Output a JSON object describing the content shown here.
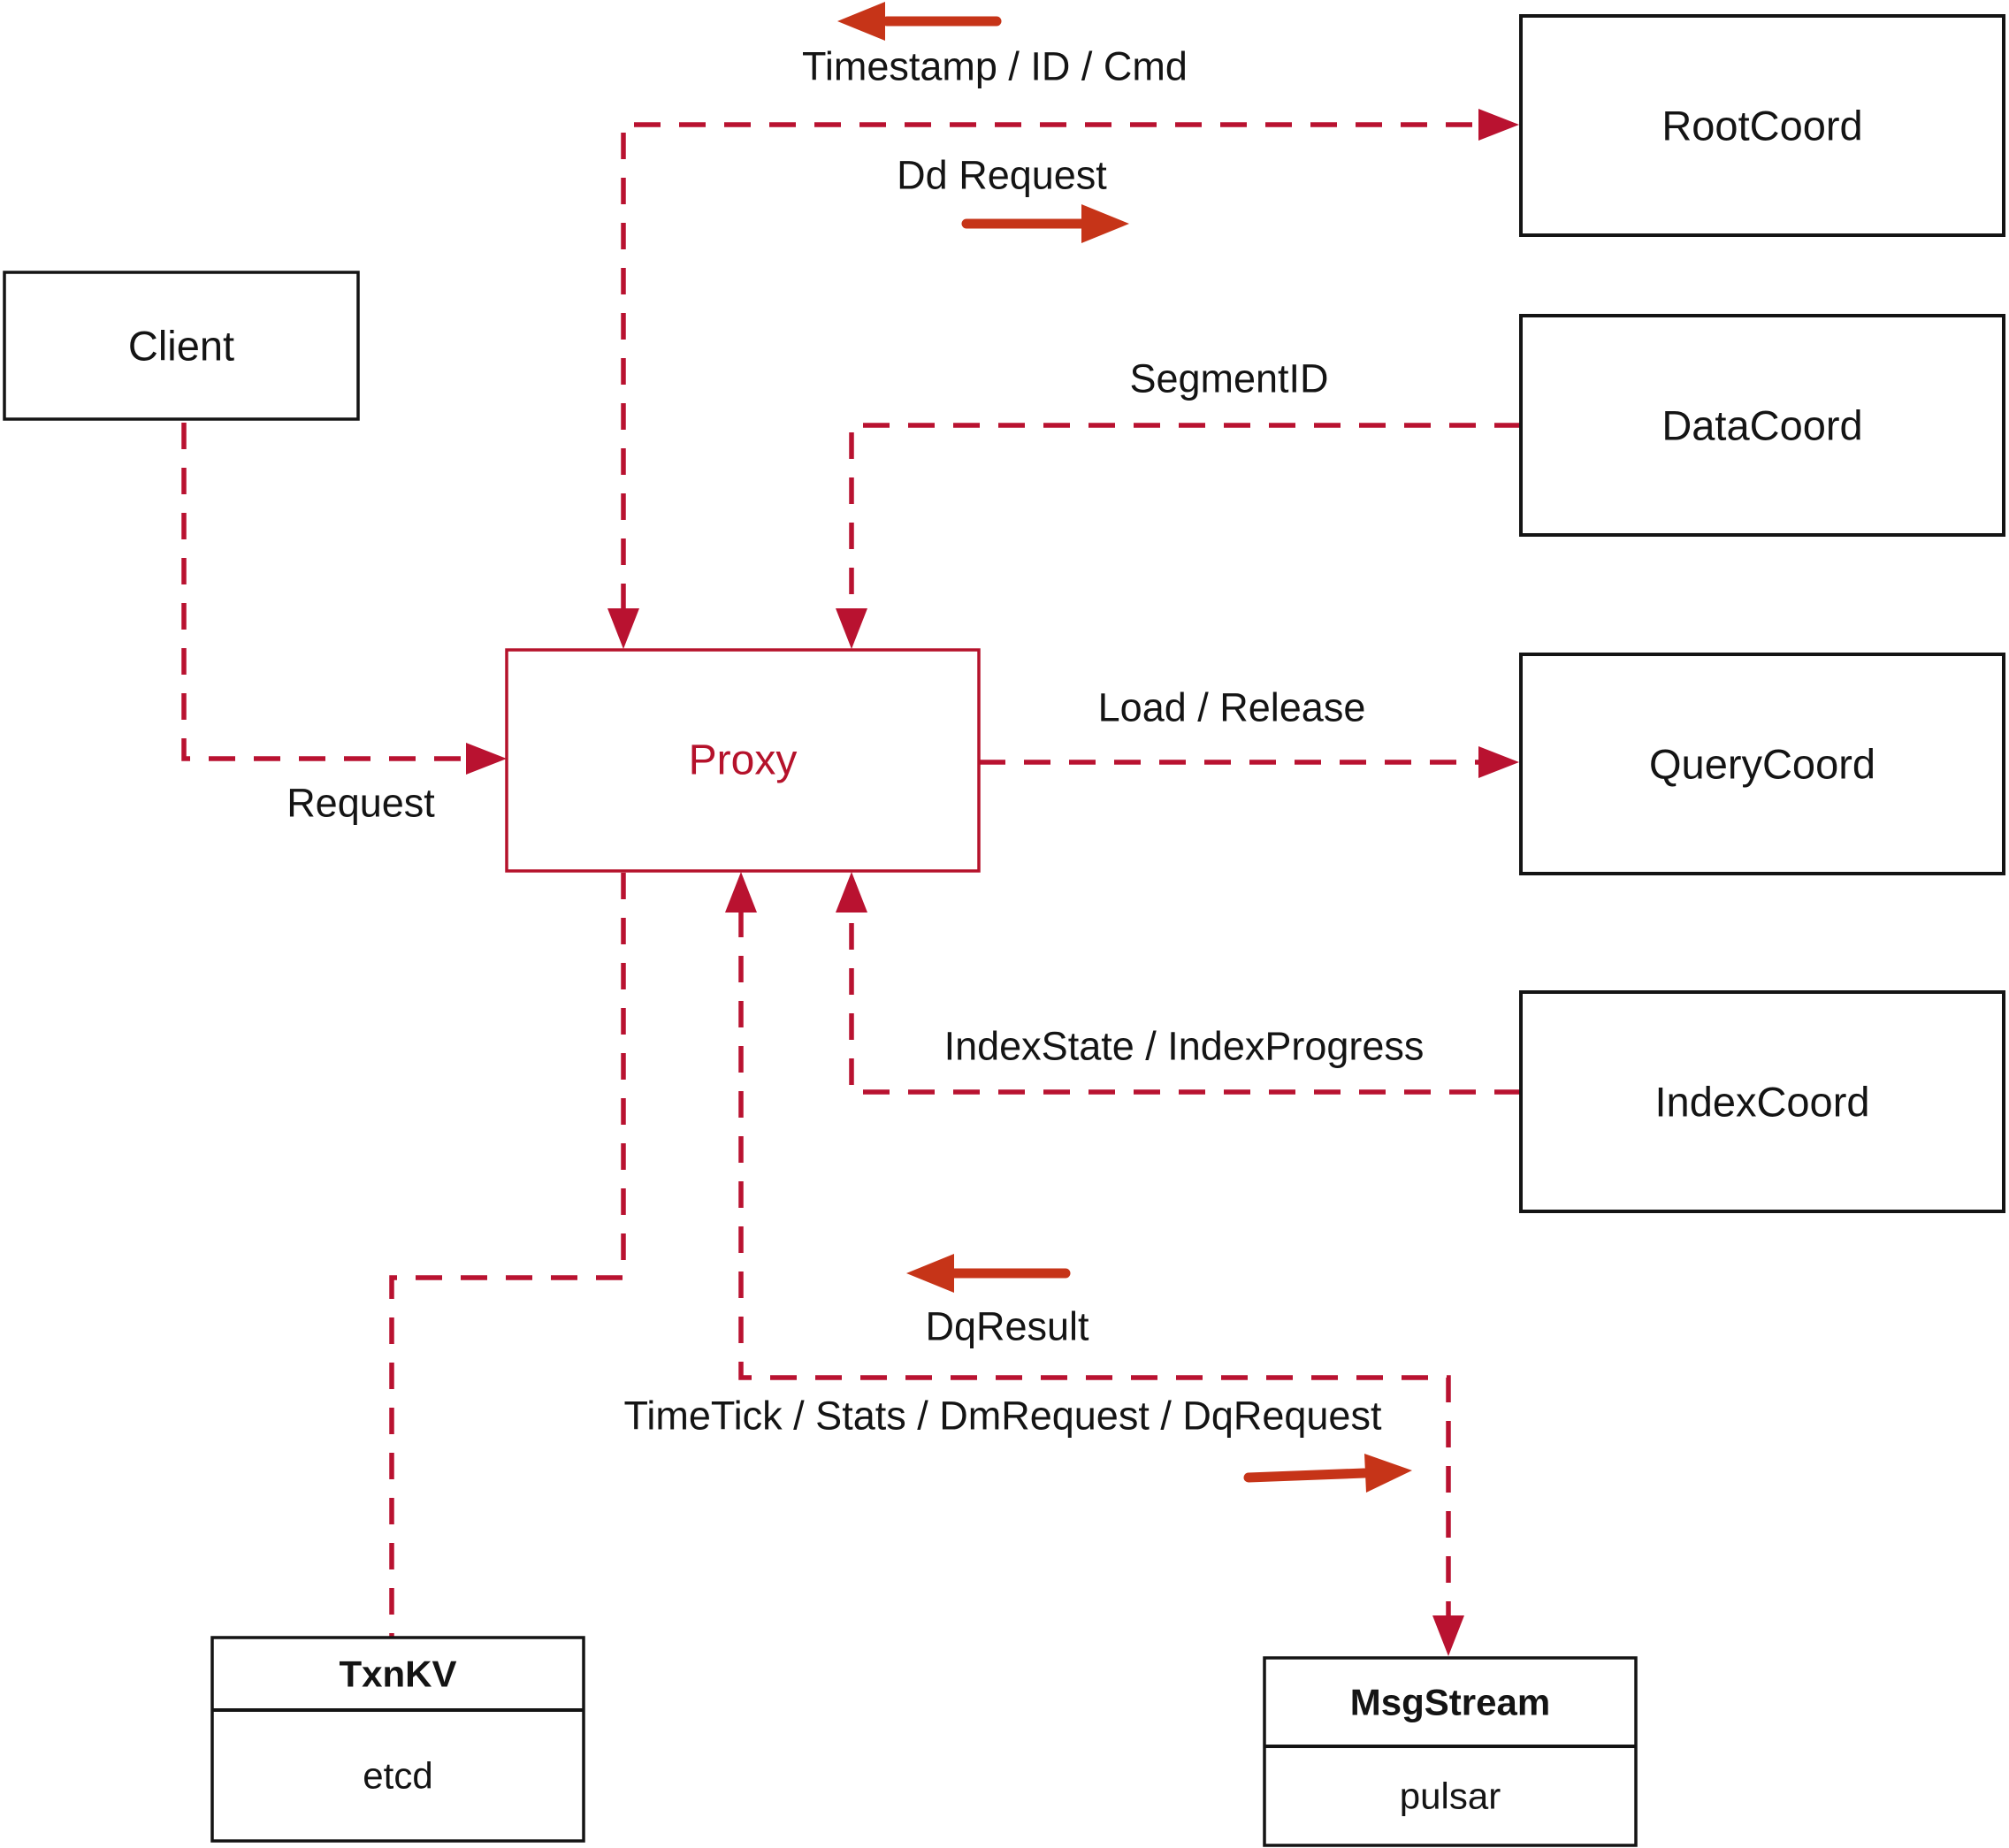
{
  "nodes": {
    "client": {
      "label": "Client"
    },
    "root_coord": {
      "label": "RootCoord"
    },
    "data_coord": {
      "label": "DataCoord"
    },
    "query_coord": {
      "label": "QueryCoord"
    },
    "index_coord": {
      "label": "IndexCoord"
    },
    "proxy": {
      "label": "Proxy"
    },
    "txn_kv": {
      "name": "TxnKV",
      "implementation": "etcd"
    },
    "msg_stream": {
      "name": "MsgStream",
      "implementation": "pulsar"
    }
  },
  "edges": {
    "request": {
      "from": "Client",
      "to": "Proxy",
      "label": "Request",
      "direction": "one-way"
    },
    "root_coord_link": {
      "from": "Proxy",
      "to": "RootCoord",
      "label_request": "Dd Request",
      "label_response": "Timestamp / ID / Cmd",
      "direction": "two-way"
    },
    "segment_id": {
      "from": "DataCoord",
      "to": "Proxy",
      "label": "SegmentID",
      "direction": "one-way"
    },
    "load_release": {
      "from": "Proxy",
      "to": "QueryCoord",
      "label": "Load / Release",
      "direction": "one-way"
    },
    "index_state": {
      "from": "IndexCoord",
      "to": "Proxy",
      "label": "IndexState / IndexProgress",
      "direction": "one-way"
    },
    "txn_kv_link": {
      "from": "Proxy",
      "to": "TxnKV",
      "direction": "plain"
    },
    "msg_stream_link": {
      "from": "Proxy",
      "to": "MsgStream",
      "label_request": "TimeTick / Stats / DmRequest / DqRequest",
      "label_response": "DqResult",
      "direction": "two-way"
    }
  },
  "colors": {
    "dashed_line": "#b91230",
    "solid_arrow": "#c63418",
    "proxy_accent": "#b5122b",
    "box_border": "#141414",
    "text": "#141414",
    "background": "#ffffff"
  }
}
